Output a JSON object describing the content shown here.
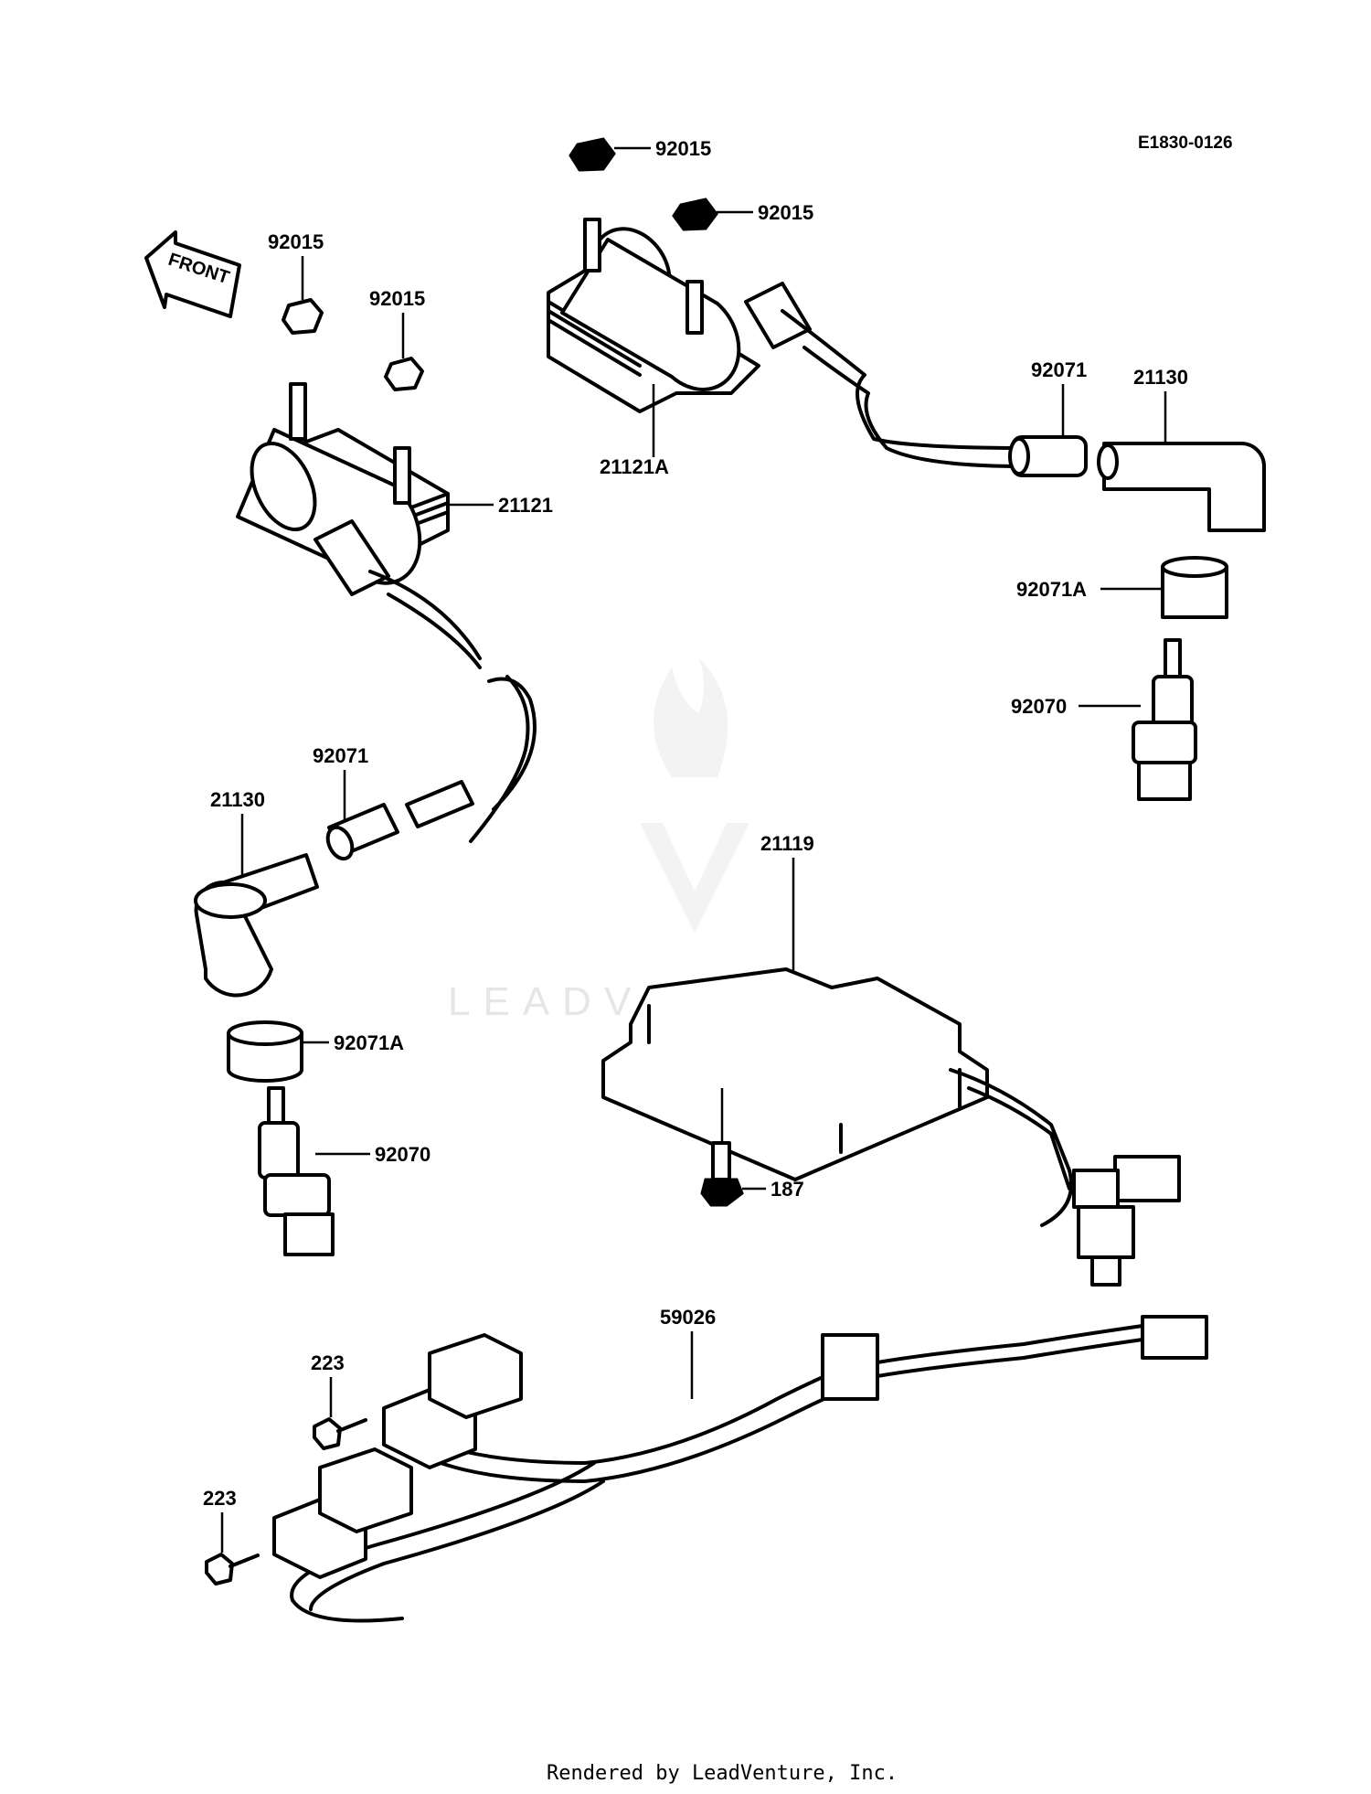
{
  "diagram_code": "E1830-0126",
  "front_label": "FRONT",
  "watermark": "LEADVENTURE",
  "footer": "Rendered by LeadVenture, Inc.",
  "callouts": {
    "nut_top_1": "92015",
    "nut_top_2": "92015",
    "nut_left_1": "92015",
    "nut_left_2": "92015",
    "coil_right": "21121A",
    "coil_left": "21121",
    "sleeve_right": "92071",
    "cap_right": "21130",
    "seal_right": "92071A",
    "plug_right": "92070",
    "sleeve_left": "92071",
    "cap_left": "21130",
    "seal_left": "92071A",
    "plug_left": "92070",
    "igniter": "21119",
    "bolt_igniter": "187",
    "harness": "59026",
    "screw_1": "223",
    "screw_2": "223"
  }
}
